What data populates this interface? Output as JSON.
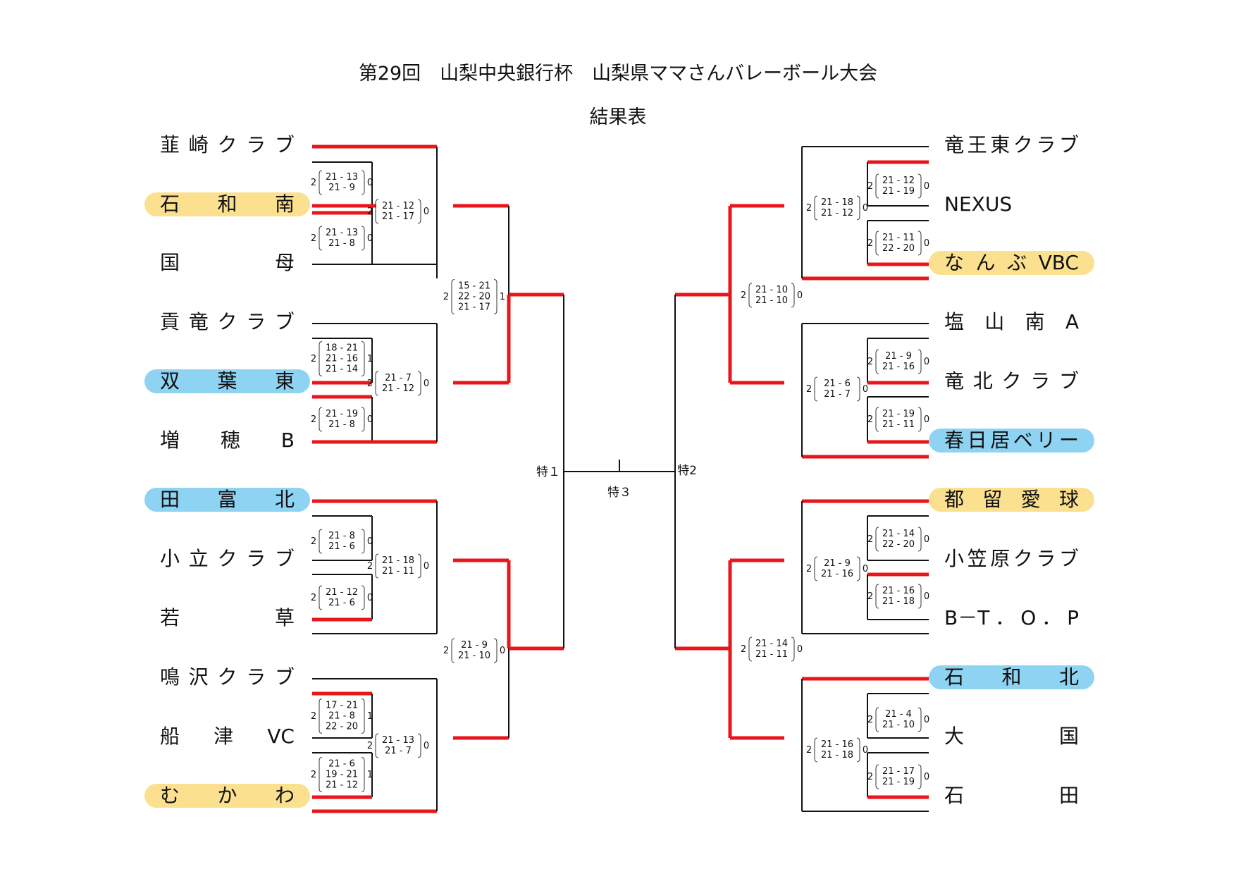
{
  "title": "第29回　山梨中央銀行杯　山梨県ママさんバレーボール大会",
  "subtitle": "結果表",
  "colors": {
    "win_line": "#e8161b",
    "line": "#111111",
    "highlight_yellow": "#fbe08f",
    "highlight_blue": "#8fd3f3"
  },
  "left_teams": [
    {
      "name": "韮崎クラブ",
      "highlight": "none"
    },
    {
      "name": "石和南",
      "highlight": "yellow"
    },
    {
      "name": "国母",
      "highlight": "none"
    },
    {
      "name": "貢竜クラブ",
      "highlight": "none"
    },
    {
      "name": "双葉東",
      "highlight": "blue"
    },
    {
      "name": "増穂B",
      "highlight": "none"
    },
    {
      "name": "田富北",
      "highlight": "blue"
    },
    {
      "name": "小立クラブ",
      "highlight": "none"
    },
    {
      "name": "若草",
      "highlight": "none"
    },
    {
      "name": "鳴沢クラブ",
      "highlight": "none"
    },
    {
      "name": "船津VC",
      "highlight": "none"
    },
    {
      "name": "むかわ",
      "highlight": "yellow"
    }
  ],
  "right_teams": [
    {
      "name": "竜王東クラブ",
      "highlight": "none"
    },
    {
      "name": "NEXUS",
      "highlight": "none"
    },
    {
      "name": "なんぶVBC",
      "highlight": "yellow"
    },
    {
      "name": "塩山南A",
      "highlight": "none"
    },
    {
      "name": "竜北クラブ",
      "highlight": "none"
    },
    {
      "name": "春日居ベリー",
      "highlight": "blue"
    },
    {
      "name": "都留愛球",
      "highlight": "yellow"
    },
    {
      "name": "小笠原クラブ",
      "highlight": "none"
    },
    {
      "name": "B－T．O．P",
      "highlight": "none"
    },
    {
      "name": "石和北",
      "highlight": "blue"
    },
    {
      "name": "大国",
      "highlight": "none"
    },
    {
      "name": "石田",
      "highlight": "none"
    }
  ],
  "matches": {
    "L1": {
      "left": "2",
      "sets": [
        "21 - 13",
        "21 - 9"
      ],
      "right": "0"
    },
    "L2": {
      "left": "2",
      "sets": [
        "21 - 13",
        "21 - 8"
      ],
      "right": "0"
    },
    "L3": {
      "left": "2",
      "sets": [
        "21 - 12",
        "21 - 17"
      ],
      "right": "0"
    },
    "L4": {
      "left": "2",
      "sets": [
        "18 - 21",
        "21 - 16",
        "21 - 14"
      ],
      "right": "1"
    },
    "L5": {
      "left": "2",
      "sets": [
        "21 - 19",
        "21 - 8"
      ],
      "right": "0"
    },
    "L6": {
      "left": "2",
      "sets": [
        "21 - 7",
        "21 - 12"
      ],
      "right": "0"
    },
    "L7": {
      "left": "2",
      "sets": [
        "15 - 21",
        "22 - 20",
        "21 - 17"
      ],
      "right": "1"
    },
    "L8": {
      "left": "2",
      "sets": [
        "21 - 8",
        "21 - 6"
      ],
      "right": "0"
    },
    "L9": {
      "left": "2",
      "sets": [
        "21 - 12",
        "21 - 6"
      ],
      "right": "0"
    },
    "L10": {
      "left": "2",
      "sets": [
        "21 - 18",
        "21 - 11"
      ],
      "right": "0"
    },
    "L11": {
      "left": "2",
      "sets": [
        "17 - 21",
        "21 - 8",
        "22 - 20"
      ],
      "right": "1"
    },
    "L12": {
      "left": "2",
      "sets": [
        "21 - 6",
        "19 - 21",
        "21 - 12"
      ],
      "right": "1"
    },
    "L13": {
      "left": "2",
      "sets": [
        "21 - 13",
        "21 - 7"
      ],
      "right": "0"
    },
    "L14": {
      "left": "2",
      "sets": [
        "21 - 9",
        "21 - 10"
      ],
      "right": "0"
    },
    "R1": {
      "left": "2",
      "sets": [
        "21 - 12",
        "21 - 19"
      ],
      "right": "0"
    },
    "R2": {
      "left": "2",
      "sets": [
        "21 - 11",
        "22 - 20"
      ],
      "right": "0"
    },
    "R3": {
      "left": "2",
      "sets": [
        "21 - 18",
        "21 - 12"
      ],
      "right": "0"
    },
    "R4": {
      "left": "2",
      "sets": [
        "21 - 9",
        "21 - 16"
      ],
      "right": "0"
    },
    "R5": {
      "left": "2",
      "sets": [
        "21 - 19",
        "21 - 11"
      ],
      "right": "0"
    },
    "R6": {
      "left": "2",
      "sets": [
        "21 - 6",
        "21 - 7"
      ],
      "right": "0"
    },
    "R7": {
      "left": "2",
      "sets": [
        "21 - 10",
        "21 - 10"
      ],
      "right": "0"
    },
    "R8": {
      "left": "2",
      "sets": [
        "21 - 14",
        "22 - 20"
      ],
      "right": "0"
    },
    "R9": {
      "left": "2",
      "sets": [
        "21 - 16",
        "21 - 18"
      ],
      "right": "0"
    },
    "R10": {
      "left": "2",
      "sets": [
        "21 - 9",
        "21 - 16"
      ],
      "right": "0"
    },
    "R11": {
      "left": "2",
      "sets": [
        "21 - 4",
        "21 - 10"
      ],
      "right": "0"
    },
    "R12": {
      "left": "2",
      "sets": [
        "21 - 17",
        "21 - 19"
      ],
      "right": "0"
    },
    "R13": {
      "left": "2",
      "sets": [
        "21 - 16",
        "21 - 18"
      ],
      "right": "0"
    },
    "R14": {
      "left": "2",
      "sets": [
        "21 - 14",
        "21 - 11"
      ],
      "right": "0"
    }
  },
  "special_labels": {
    "s1": "特１",
    "s2": "特2",
    "s3": "特３"
  }
}
